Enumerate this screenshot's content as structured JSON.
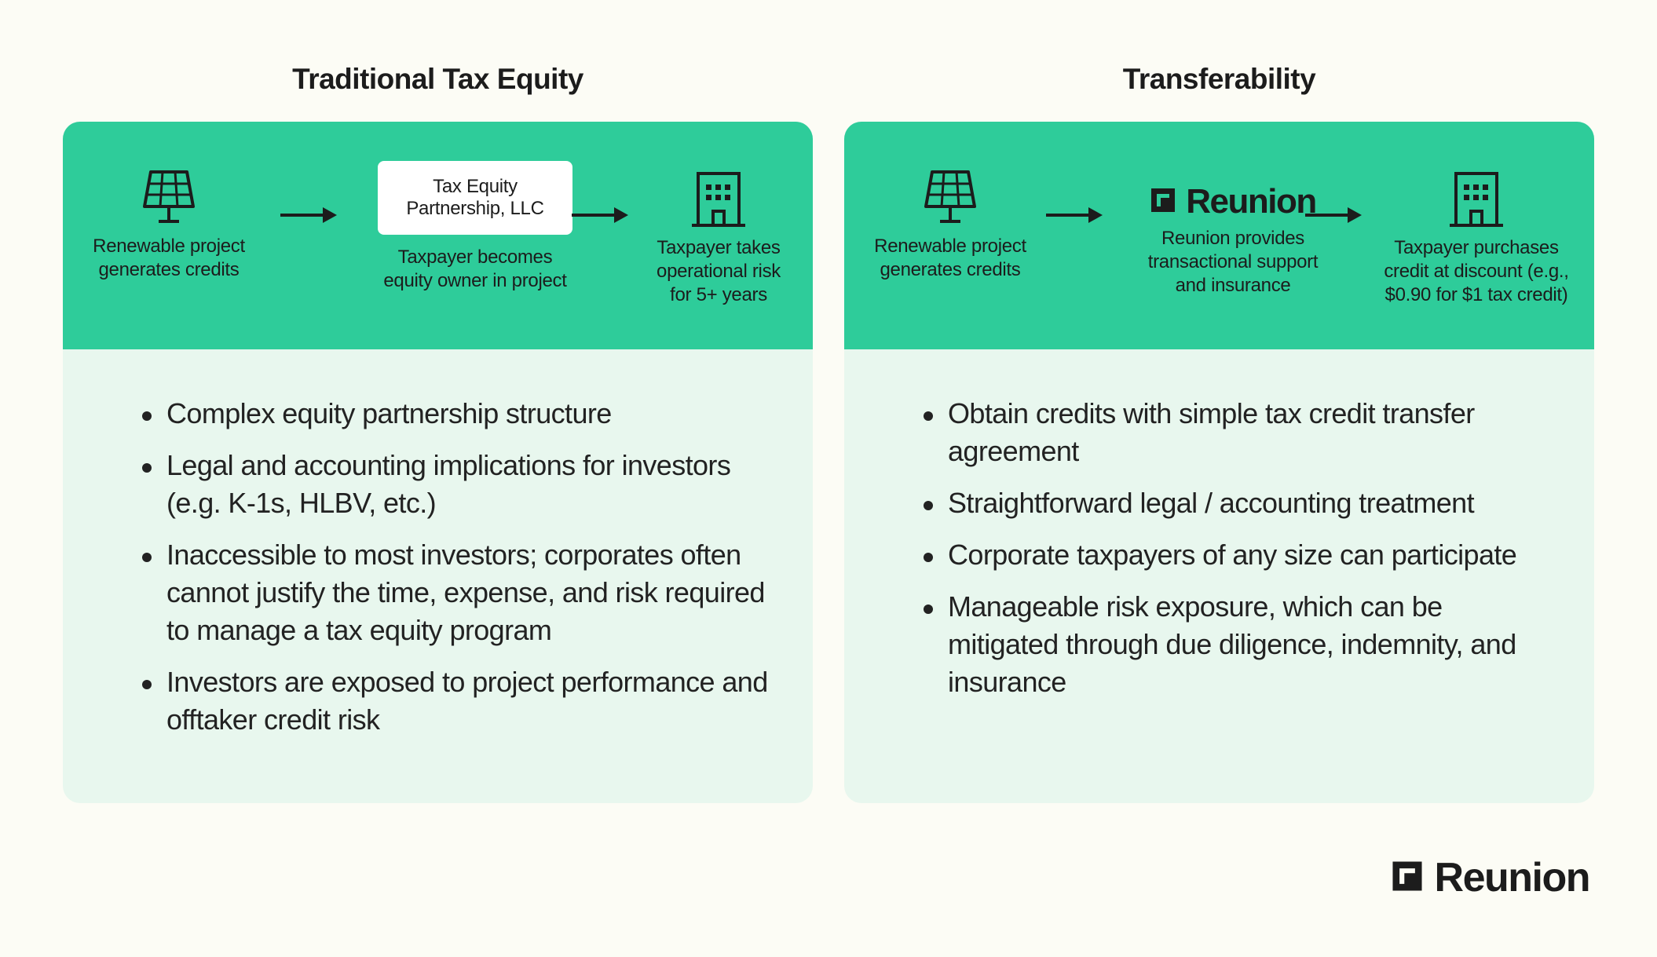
{
  "left": {
    "title": "Traditional Tax Equity",
    "flow": {
      "step1": [
        "Renewable project",
        "generates credits"
      ],
      "partnership_box": [
        "Tax Equity",
        "Partnership, LLC"
      ],
      "step2": [
        "Taxpayer becomes",
        "equity owner in project"
      ],
      "step3": [
        "Taxpayer takes",
        "operational risk",
        "for 5+ years"
      ]
    },
    "points": [
      "Complex equity partnership structure",
      "Legal and accounting implications for investors (e.g. K-1s, HLBV, etc.)",
      "Inaccessible to most investors; corporates often cannot justify the time, expense, and risk required to manage a tax equity program",
      "Investors are exposed to project performance and offtaker credit risk"
    ]
  },
  "right": {
    "title": "Transferability",
    "flow": {
      "step1": [
        "Renewable project",
        "generates credits"
      ],
      "brand": "Reunion",
      "step2": [
        "Reunion provides",
        "transactional support",
        "and insurance"
      ],
      "step3": [
        "Taxpayer purchases",
        "credit at discount (e.g.,",
        "$0.90 for $1 tax credit)"
      ]
    },
    "points": [
      "Obtain credits with simple tax credit transfer agreement",
      "Straightforward legal / accounting treatment",
      "Corporate taxpayers of any size can participate",
      "Manageable risk exposure, which can be mitigated through due diligence, indemnity, and insurance"
    ]
  },
  "footer": {
    "brand": "Reunion"
  },
  "icons": [
    "solar-panel-icon",
    "arrow-right-icon",
    "office-building-icon",
    "reunion-logo-icon"
  ],
  "colors": {
    "background": "#fcfcf5",
    "band": "#2ecc9a",
    "card": "#e8f7ee",
    "text": "#1c1c1c"
  }
}
